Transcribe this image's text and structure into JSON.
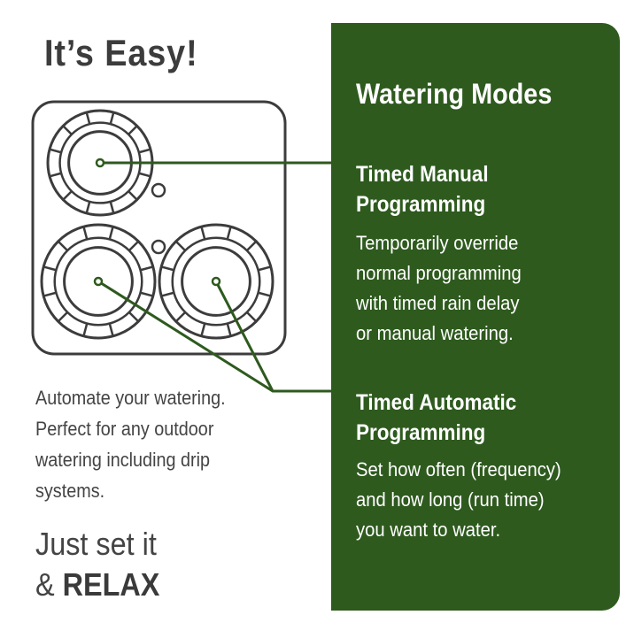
{
  "headline": "It’s  Easy!",
  "panel": {
    "title": "Watering  Modes",
    "background": "#2e5a1e",
    "modes": [
      {
        "title_line1": "Timed Manual",
        "title_line2": "Programming",
        "description": [
          "Temporarily   override",
          "normal  programming",
          "with timed rain delay",
          "or manual watering."
        ]
      },
      {
        "title_line1": "Timed Automatic",
        "title_line2": "Programming",
        "description": [
          "Set how often (frequency)",
          "and how long (run time)",
          "you want to water."
        ]
      }
    ]
  },
  "left": {
    "description": [
      "Automate your watering.",
      "Perfect for any outdoor",
      "watering including drip",
      "systems."
    ],
    "tagline_line1": "Just set it",
    "tagline_prefix": "& ",
    "tagline_bold": "RELAX"
  },
  "colors": {
    "dial_outline": "#3c3c3c",
    "leader_line": "#2e5a1e"
  }
}
